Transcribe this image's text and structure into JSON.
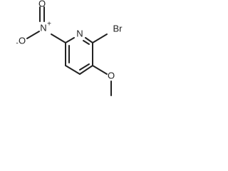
{
  "molecule": {
    "atoms": {
      "bromine": "Br",
      "ring_nitrogen": "N",
      "nitro_nitrogen": "N",
      "nitro_charge_pos": "+",
      "nitro_oxygen_double": "O",
      "nitro_oxygen_single": "O",
      "nitro_charge_neg": "-",
      "methoxy_oxygen": "O"
    }
  }
}
